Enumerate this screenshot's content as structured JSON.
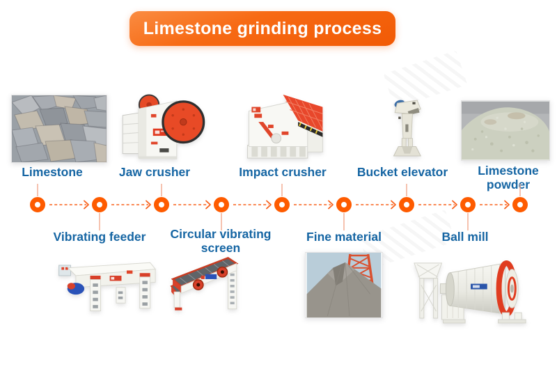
{
  "banner": {
    "title": "Limestone grinding process"
  },
  "colors": {
    "banner_orange": "#f4610f",
    "timeline_orange": "#fe5b00",
    "label_blue": "#1565a3",
    "machine_red": "#e0452a"
  },
  "flow": {
    "node_count": 9,
    "connector_style": "dashed-arrow"
  },
  "stations": [
    {
      "label": "Limestone",
      "row": "top",
      "image": "limestone-rocks-photo"
    },
    {
      "label": "Vibrating feeder",
      "row": "bottom",
      "image": "vibrating-feeder-illustration"
    },
    {
      "label": "Jaw crusher",
      "row": "top",
      "image": "jaw-crusher-illustration"
    },
    {
      "label": "Circular vibrating screen",
      "row": "bottom",
      "image": "circular-vibrating-screen-illustration"
    },
    {
      "label": "Impact crusher",
      "row": "top",
      "image": "impact-crusher-illustration"
    },
    {
      "label": "Fine material",
      "row": "bottom",
      "image": "fine-material-photo"
    },
    {
      "label": "Bucket elevator",
      "row": "top",
      "image": "bucket-elevator-illustration"
    },
    {
      "label": "Ball mill",
      "row": "bottom",
      "image": "ball-mill-illustration"
    },
    {
      "label": "Limestone powder",
      "row": "top",
      "image": "limestone-powder-photo"
    }
  ]
}
